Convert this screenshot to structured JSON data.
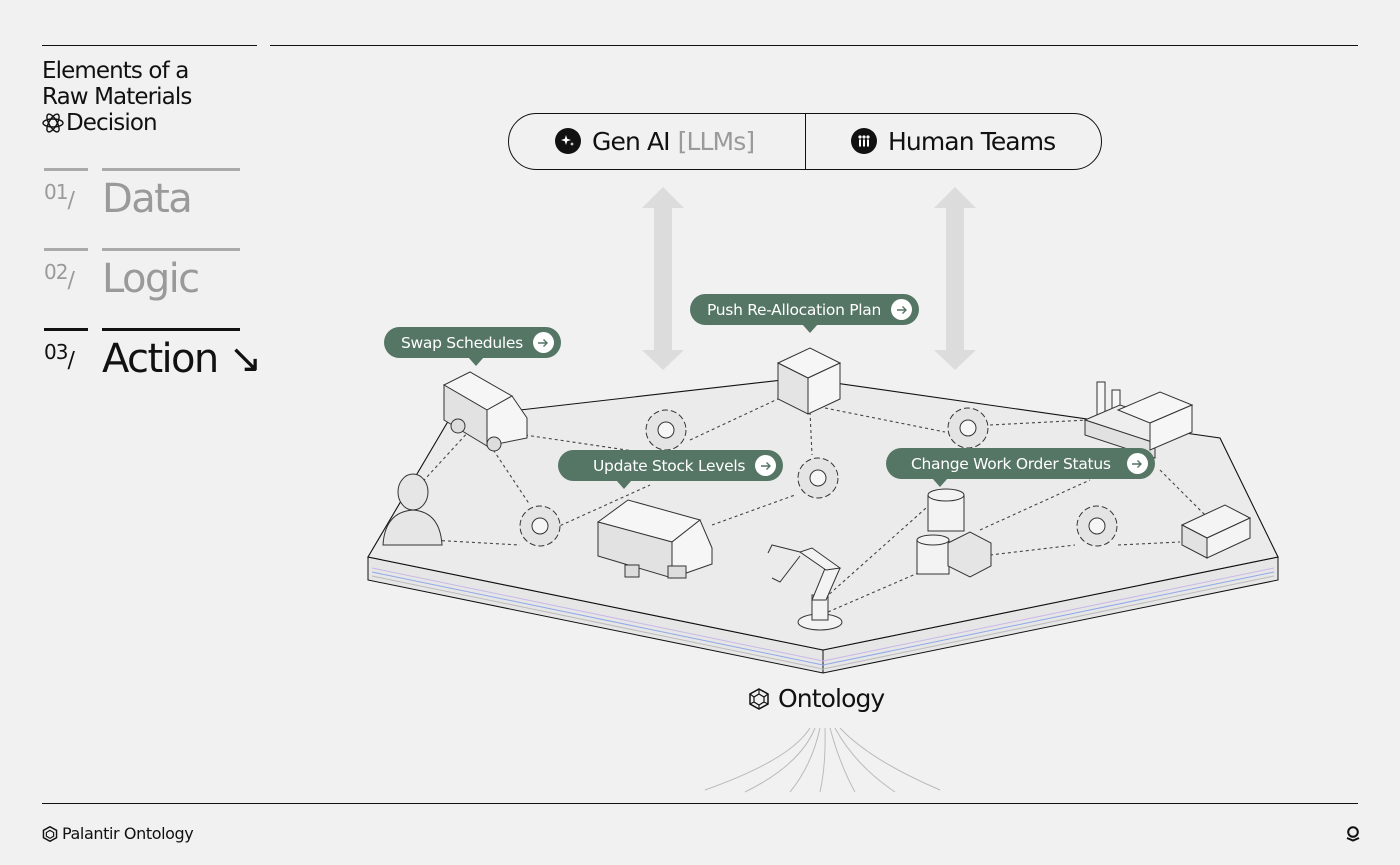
{
  "title": {
    "line1": "Elements of a",
    "line2": "Raw Materials",
    "line3": "Decision",
    "icon": "atom-icon"
  },
  "steps": [
    {
      "number": "01",
      "separator": "/",
      "label": "Data",
      "active": false
    },
    {
      "number": "02",
      "separator": "/",
      "label": "Logic",
      "active": false
    },
    {
      "number": "03",
      "separator": "/",
      "label": "Action ↘",
      "active": true
    }
  ],
  "interfaces": {
    "genai": {
      "label": "Gen AI",
      "suffix": "[LLMs]",
      "icon": "sparkle-icon"
    },
    "human": {
      "label": "Human Teams",
      "icon": "people-icon"
    }
  },
  "actions": [
    {
      "label": "Swap Schedules",
      "icon": "arrow-right-icon"
    },
    {
      "label": "Push Re-Allocation Plan",
      "icon": "arrow-right-icon"
    },
    {
      "label": "Update Stock Levels",
      "icon": "arrow-right-icon"
    },
    {
      "label": "Change Work Order Status",
      "icon": "arrow-right-icon"
    }
  ],
  "ontology": {
    "label": "Ontology",
    "icon": "ontology-icon"
  },
  "objects": [
    "truck-icon",
    "box-icon",
    "factory-icon",
    "person-icon",
    "gear-icon",
    "warehouse-icon",
    "robot-arm-icon",
    "barrels-icon",
    "money-stack-icon"
  ],
  "footer": {
    "brand": "Palantir Ontology",
    "logo": "palantir-logo-icon"
  },
  "colors": {
    "background": "#f1f1f1",
    "action_tag": "#557565",
    "muted_text": "#9a9a9a",
    "ink": "#111111"
  }
}
